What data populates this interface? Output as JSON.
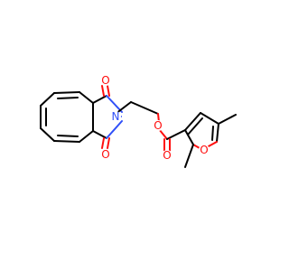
{
  "atoms": {
    "o_carbonyl_top": {
      "label": "O",
      "color": "#ff0d0d"
    },
    "o_carbonyl_bottom": {
      "label": "O",
      "color": "#ff0d0d"
    },
    "n_imide": {
      "label": "N",
      "color": "#3050f8"
    },
    "o_ester": {
      "label": "O",
      "color": "#ff0d0d"
    },
    "o_ester_carbonyl": {
      "label": "O",
      "color": "#ff0d0d"
    },
    "o_furan": {
      "label": "O",
      "color": "#ff0d0d"
    }
  }
}
